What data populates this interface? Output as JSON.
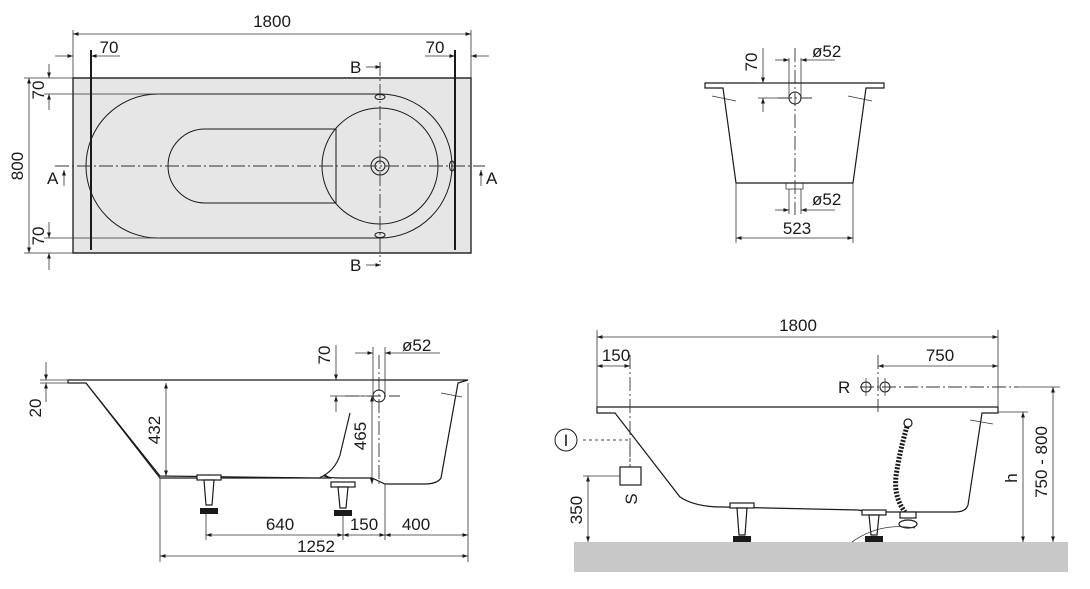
{
  "top_view": {
    "total_length": "1800",
    "left_margin": "70",
    "right_margin": "70",
    "width": "800",
    "top_offset": "70",
    "bottom_offset": "70",
    "section_a_left": "A",
    "section_a_right": "A",
    "section_b_top": "B",
    "section_b_bottom": "B"
  },
  "section_b": {
    "overflow_offset": "70",
    "overflow_diameter": "ø52",
    "drain_diameter": "ø52",
    "base_width": "523"
  },
  "section_a": {
    "rim_thickness": "20",
    "inner_depth": "432",
    "overflow_offset": "70",
    "overflow_diameter": "ø52",
    "drain_depth": "465",
    "foot_spacing": "640",
    "foot_drain_gap": "150",
    "drain_to_end": "400",
    "base_length": "1252"
  },
  "installation_view": {
    "total_length": "1800",
    "tap_offset": "150",
    "drain_offset": "750",
    "overflow_label": "R",
    "siphon_label": "S",
    "info_symbol": "I",
    "floor_height": "350",
    "height_label": "h",
    "height_range": "750 - 800"
  }
}
